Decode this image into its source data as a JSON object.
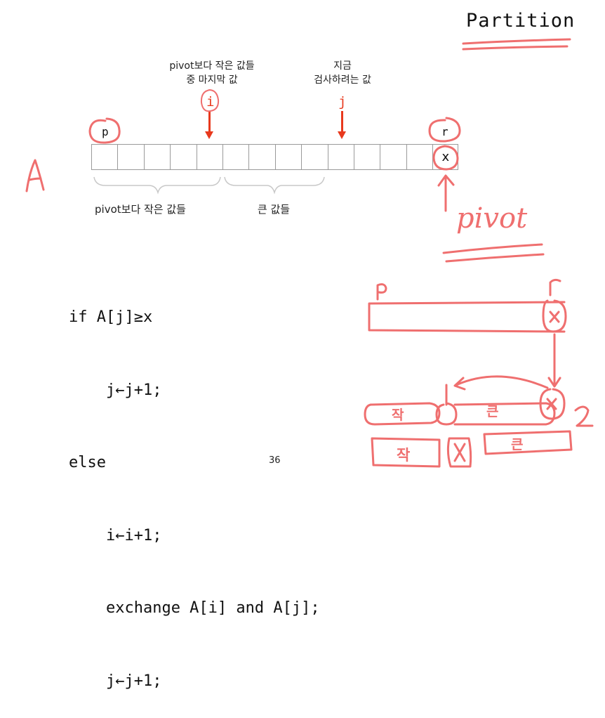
{
  "title": "Partition",
  "annotations": {
    "last_smaller_line1": "pivot보다 작은 값들",
    "last_smaller_line2": "중 마지막 값",
    "current_line1": "지금",
    "current_line2": "검사하려는 값",
    "smaller_values": "pivot보다 작은 값들",
    "larger_values": "큰 값들"
  },
  "array": {
    "name": "A",
    "start_label": "p",
    "end_label": "r",
    "i_label": "i",
    "j_label": "j",
    "cell_count": 14,
    "last_cell": "x",
    "pivot_label": "pivot"
  },
  "code": [
    "if A[j]≥x",
    "    j←j+1;",
    "else",
    "    i←i+1;",
    "    exchange A[i] and A[j];",
    "    j←j+1;"
  ],
  "sketch": {
    "p": "p",
    "r": "r",
    "x": "x",
    "small": "작",
    "large": "큰",
    "pass": "2"
  },
  "page_number": "36",
  "colors": {
    "ink_red": "#e8391d",
    "marker_pink": "#ef6f6f"
  }
}
